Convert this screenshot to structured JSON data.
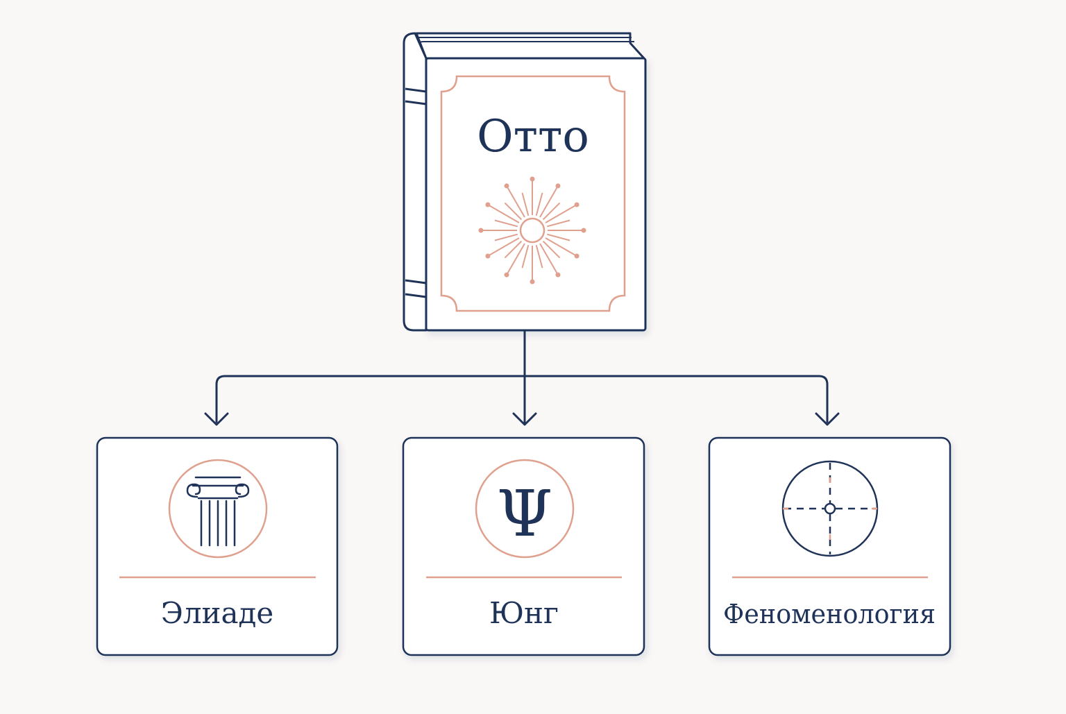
{
  "book": {
    "title": "Отто"
  },
  "nodes": [
    {
      "label": "Элиаде",
      "icon": "ionic-column-icon"
    },
    {
      "label": "Юнг",
      "icon": "psi-icon"
    },
    {
      "label": "Феноменология",
      "icon": "crosshair-circle-icon"
    }
  ],
  "glyphs": {
    "psi": "Ψ"
  },
  "colors": {
    "navy": "#1f3358",
    "salmon": "#e0a08e",
    "background": "#faf8f6",
    "card": "#ffffff"
  }
}
